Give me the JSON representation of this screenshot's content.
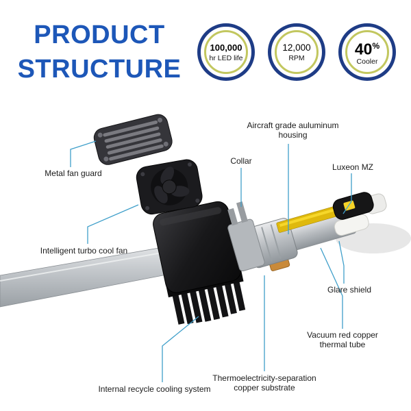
{
  "title": {
    "line1": "PRODUCT",
    "line2": "STRUCTURE"
  },
  "badges": [
    {
      "value": "100,000",
      "label": "hr LED life"
    },
    {
      "value": "12,000",
      "label": "RPM"
    },
    {
      "value": "40",
      "suffix": "%",
      "label": "Cooler"
    }
  ],
  "diagram": {
    "labels": {
      "metal_fan_guard": "Metal fan guard",
      "turbo_fan": "Intelligent turbo cool fan",
      "collar": "Collar",
      "housing": "Aircraft grade auluminum housing",
      "luxeon": "Luxeon MZ",
      "glare_shield": "Glare shield",
      "vacuum_tube": "Vacuum red copper thermal tube",
      "substrate": "Thermoelectricity-separation copper substrate",
      "cooling_system": "Internal recycle cooling system"
    }
  },
  "colors": {
    "title_blue": "#1d57b8",
    "ring_navy": "#1e3c86",
    "ring_gold": "#c2c75f",
    "line_teal": "#3f9fca",
    "label_text": "#1a1a1a"
  }
}
